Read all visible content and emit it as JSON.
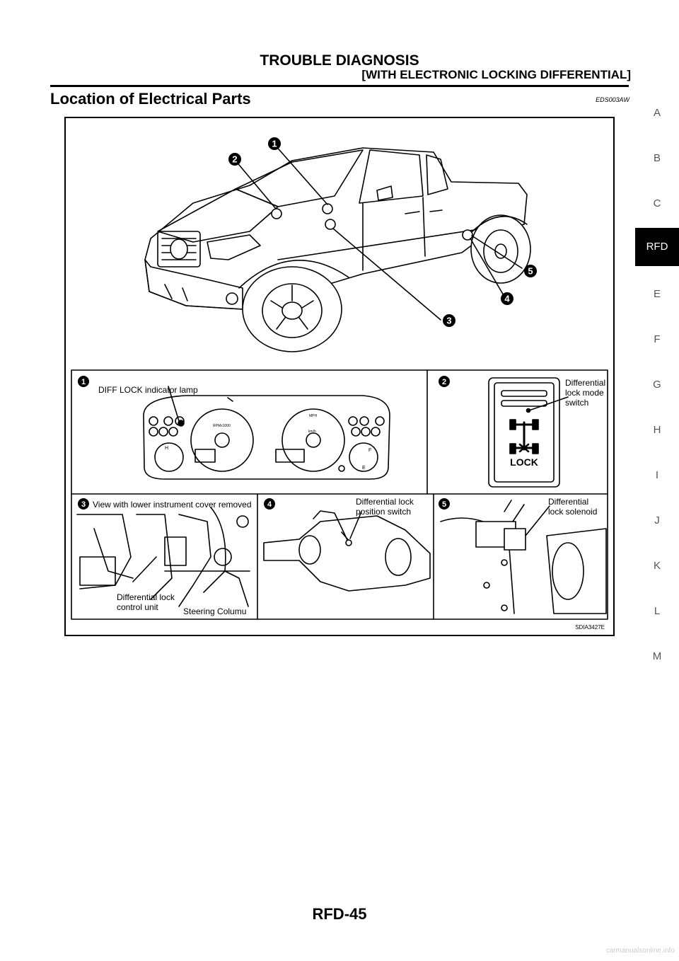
{
  "header": {
    "title": "TROUBLE DIAGNOSIS",
    "subtitle": "[WITH ELECTRONIC LOCKING DIFFERENTIAL]"
  },
  "section": {
    "title": "Location of Electrical Parts",
    "code": "EDS003AW"
  },
  "figure": {
    "callouts": [
      "1",
      "2",
      "3",
      "4",
      "5"
    ],
    "panel1_label": "DIFF LOCK indicator lamp",
    "gauge_rpm": "RPMx1000",
    "gauge_mph": "MPH",
    "gauge_kmh": "km/h",
    "fuel_f": "F",
    "fuel_e": "E",
    "temp_h": "H",
    "panel2_line1": "Differential",
    "panel2_line2": "lock mode",
    "panel2_line3": "switch",
    "lock_text": "LOCK",
    "panel3_label": "View with lower instrument cover removed",
    "panel3_unit_line1": "Differential lock",
    "panel3_unit_line2": "control unit",
    "panel3_column": "Steering Columu",
    "panel4_line1": "Differential lock",
    "panel4_line2": "position switch",
    "panel5_line1": "Differential",
    "panel5_line2": "lock solenoid",
    "figure_id": "SDIA3427E"
  },
  "side_index": {
    "letters": [
      "A",
      "B",
      "C",
      "RFD",
      "E",
      "F",
      "G",
      "H",
      "I",
      "J",
      "K",
      "L",
      "M"
    ],
    "active": "RFD"
  },
  "footer": {
    "page": "RFD-45"
  },
  "watermark": "carmanualsonline.info"
}
